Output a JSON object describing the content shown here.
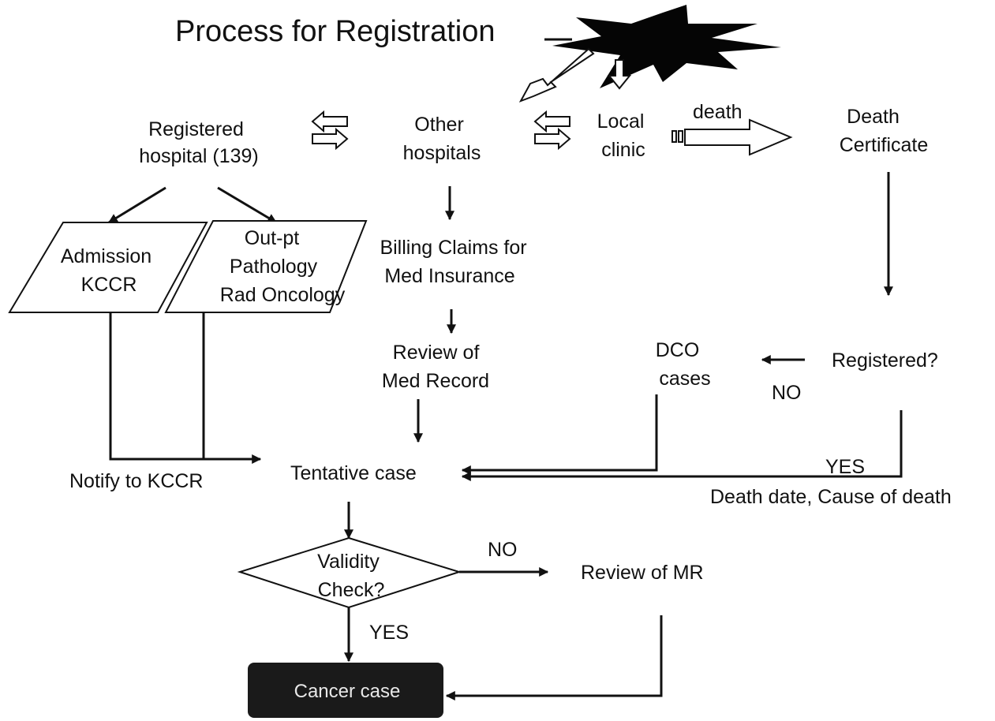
{
  "title": "Process for Registration",
  "nodes": {
    "registered_hospital": [
      "Registered",
      "hospital (139)"
    ],
    "other_hospitals": [
      "Other",
      "hospitals"
    ],
    "local_clinic": [
      "Local",
      "clinic"
    ],
    "death_certificate": [
      "Death",
      "Certificate"
    ],
    "admission": [
      "Admission",
      "KCCR"
    ],
    "outpt": [
      "Out-pt",
      "Pathology",
      "Rad Oncology"
    ],
    "billing": [
      "Billing Claims for",
      "Med Insurance"
    ],
    "review_med_record": [
      "Review of",
      "Med Record"
    ],
    "dco_cases": [
      "DCO",
      "cases"
    ],
    "registered_q": "Registered?",
    "notify": "Notify to KCCR",
    "tentative": "Tentative case",
    "death_info": "Death date, Cause of death",
    "validity": [
      "Validity",
      "Check?"
    ],
    "review_mr": "Review of MR",
    "cancer_case": "Cancer case"
  },
  "edge_labels": {
    "death": "death",
    "no_registered": "NO",
    "yes_registered": "YES",
    "no_validity": "NO",
    "yes_validity": "YES"
  }
}
